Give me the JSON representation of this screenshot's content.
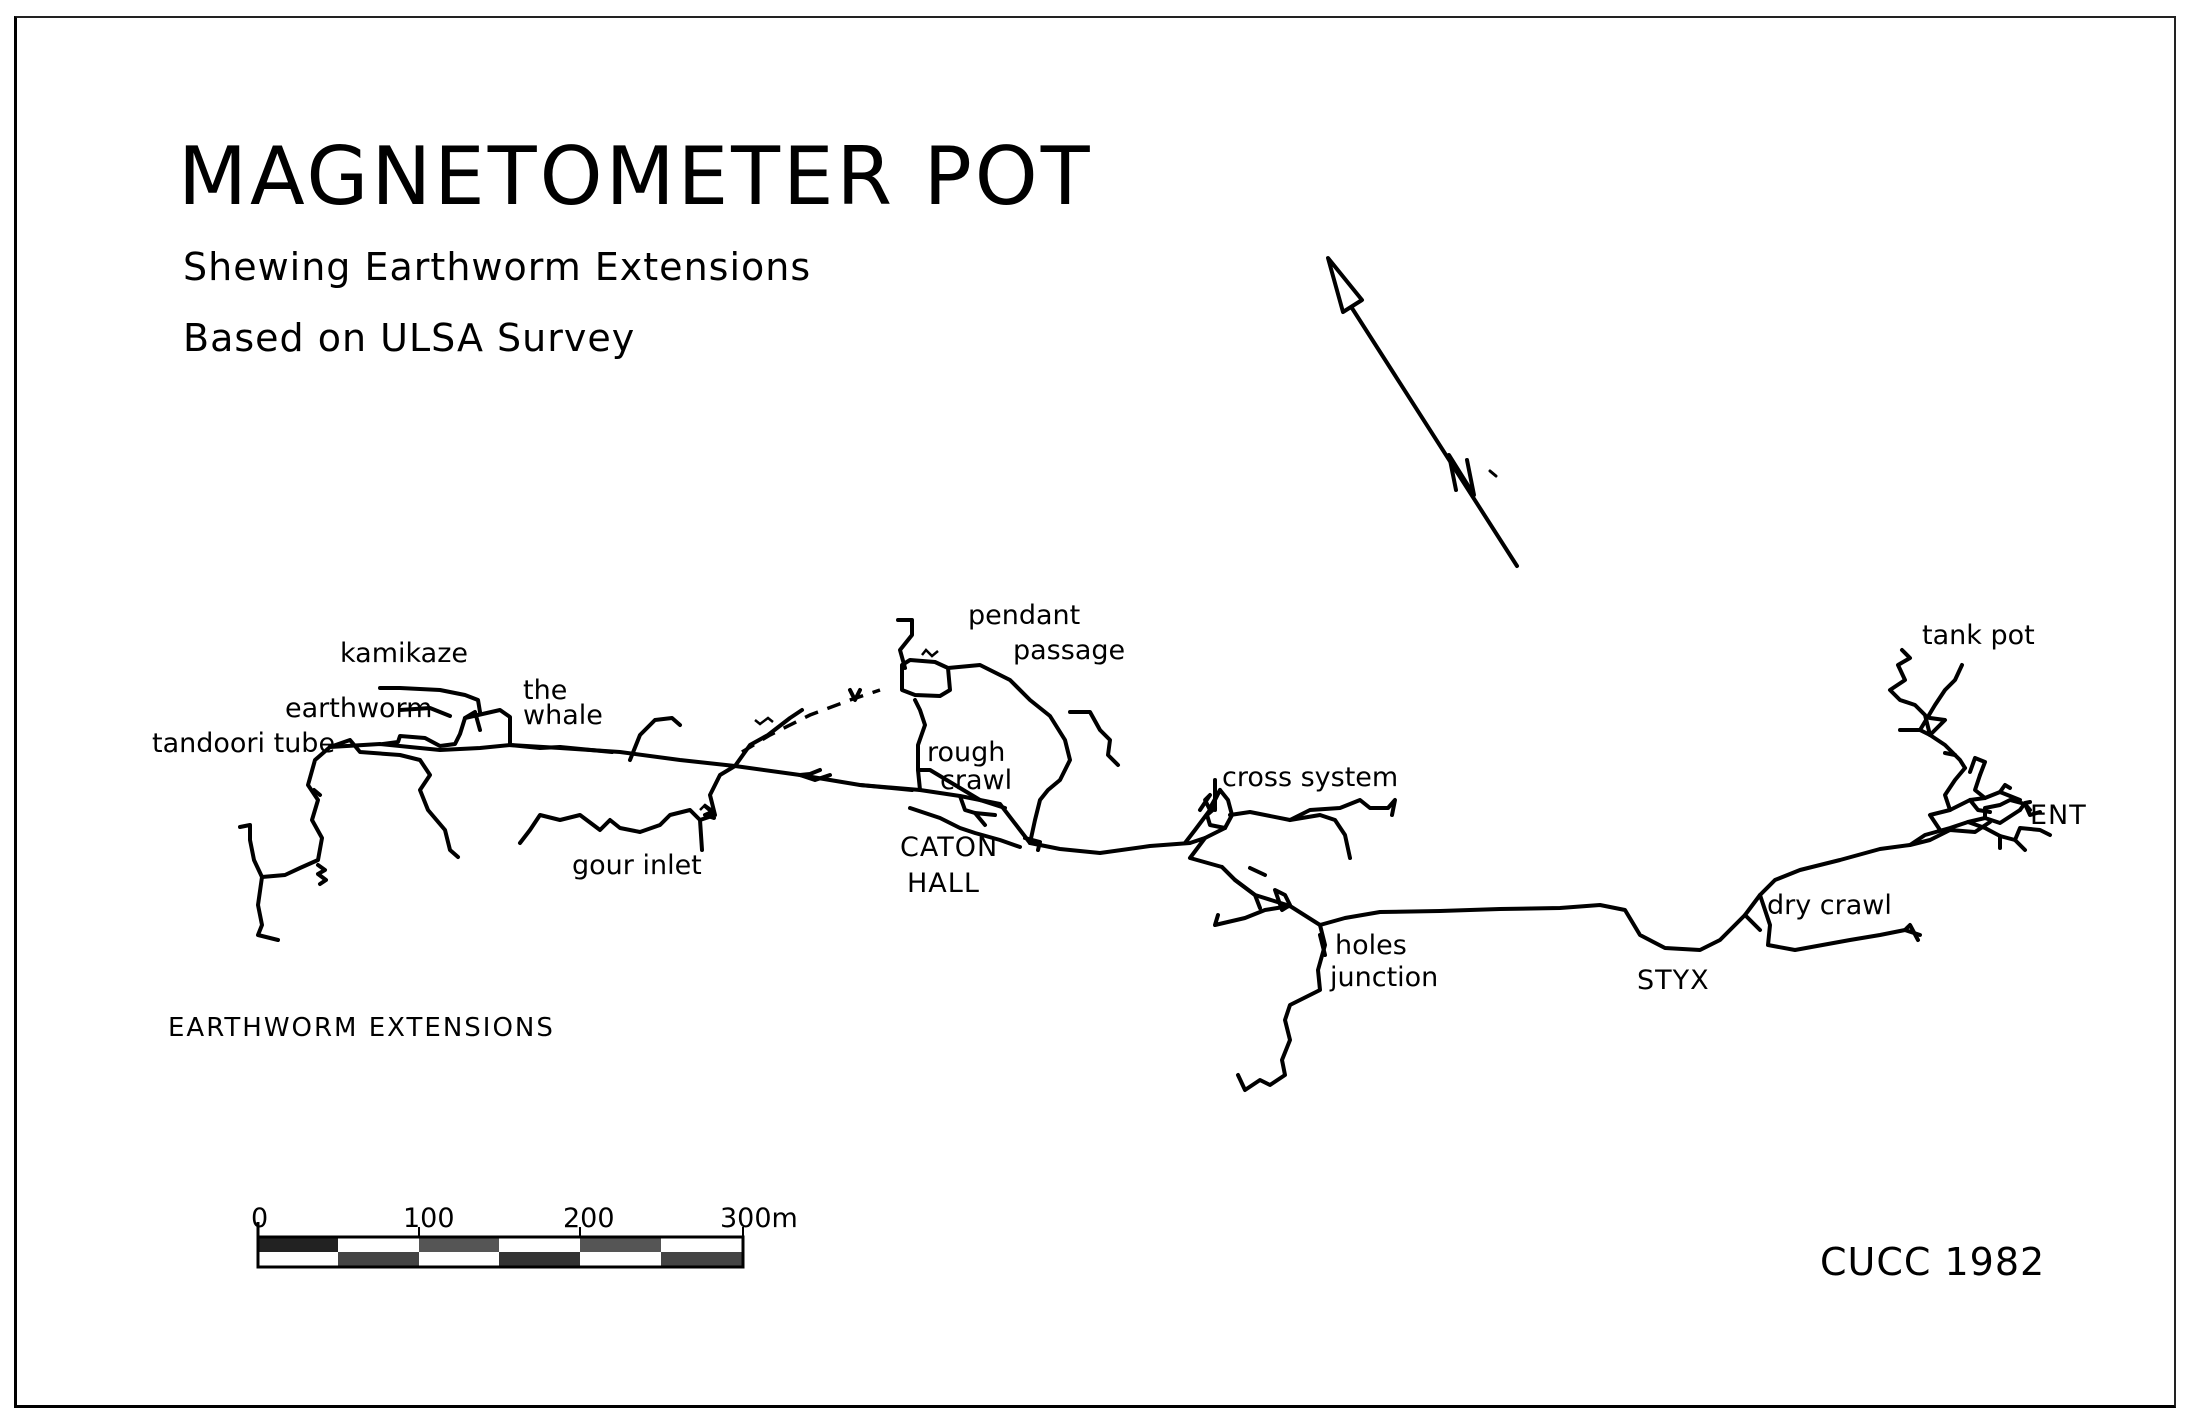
{
  "title": "MAGNETOMETER POT",
  "subtitle1": "Shewing Earthworm Extensions",
  "subtitle2": "Based on ULSA Survey",
  "labels": {
    "kamikaze": "kamikaze",
    "earthworm": "earthworm",
    "the": "the",
    "whale": "whale",
    "tandoori_tube": "tandoori tube",
    "pendant": "pendant",
    "passage": "passage",
    "rough": "rough",
    "crawl": "crawl",
    "caton": "CATON",
    "hall": "HALL",
    "gour_inlet": "gour inlet",
    "cross_system": "cross system",
    "holes": "holes",
    "junction": "junction",
    "styx": "STYX",
    "dry_crawl": "dry crawl",
    "tank_pot": "tank pot",
    "ent": "ENT"
  },
  "legend_text": "EARTHWORM EXTENSIONS",
  "north_label": "N",
  "scale_bar": {
    "ticks": [
      "0",
      "100",
      "200",
      "300m"
    ]
  },
  "credit": "CUCC 1982"
}
